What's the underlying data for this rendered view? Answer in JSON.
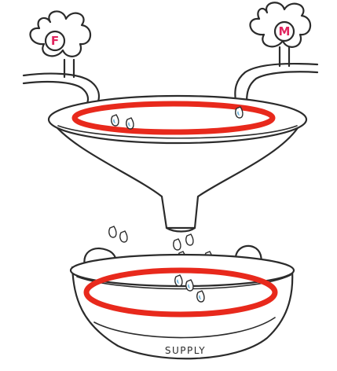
{
  "colors": {
    "ink": "#2b2b2b",
    "highlight_ring": "#e8291c",
    "letter": "#e0245e",
    "water": "#6fb3d9",
    "background": "#ffffff"
  },
  "taps": {
    "left": {
      "letter": "F",
      "icon": "tap-handle-icon"
    },
    "right": {
      "letter": "M",
      "icon": "tap-handle-icon"
    }
  },
  "bowl": {
    "label": "SUPPLY"
  }
}
